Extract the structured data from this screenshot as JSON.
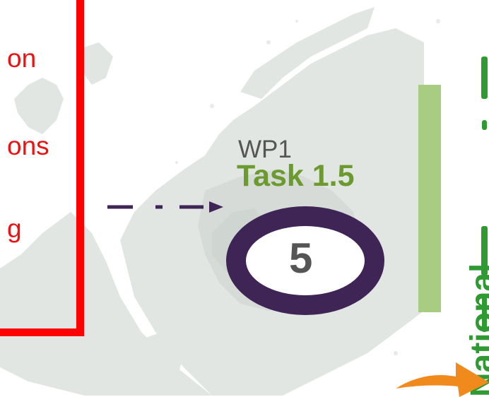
{
  "left_panel": {
    "line1": "on",
    "line2": "ons",
    "line3": "g"
  },
  "wp_label": "WP1",
  "task_label": "Task  1.5",
  "step_number": "5",
  "vertical_label": "National Bioeconomy",
  "colors": {
    "red_frame": "#ff0000",
    "task_green": "#6b9a2e",
    "circle_purple": "#3f2456",
    "bar_green": "#a8cc82",
    "vertical_green": "#2f9a31",
    "map_gray": "#e2e6e3",
    "arrow_orange": "#f08a1c"
  }
}
